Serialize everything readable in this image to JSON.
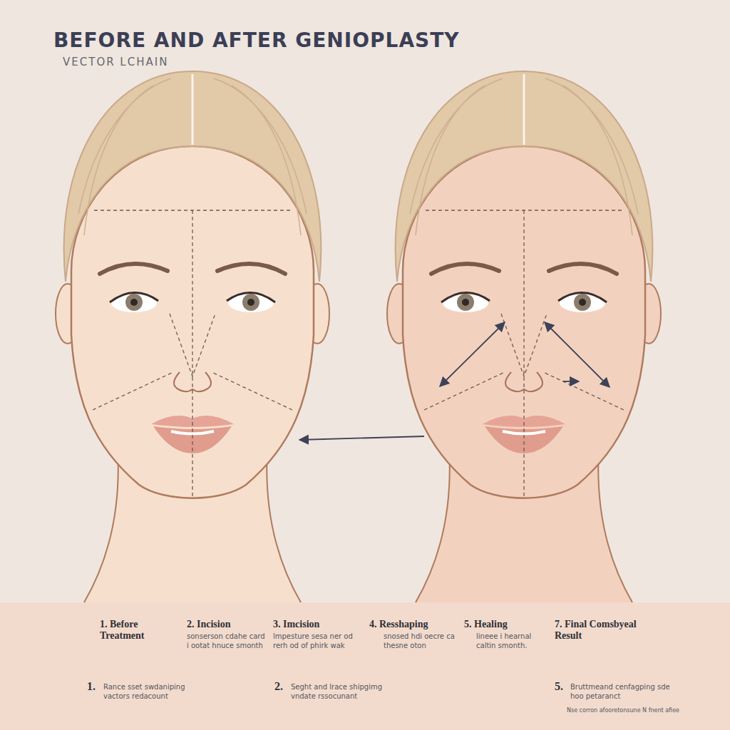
{
  "diagram": {
    "title": "BEFORE AND AFTER GENIOPLASTY",
    "labels": [
      "VECTOR LCHAIN",
      "1. Before Treatment",
      "2. Incision",
      "sonserson cdahe card i ootat hnuce smonth",
      "3. Imcision",
      "lmpesture sesa ner od rerh od of phirk wak",
      "4. Resshaping",
      "snosed hdi oecre ca thesne oton",
      "5. Healing",
      "lineee i hearnal caltin smonth.",
      "7. Final Comsbyeal Result",
      "1.",
      "Rance sset swdaniping vactors redacount",
      "2.",
      "Seght and lrace shipgimg vndate rssocunant",
      "5.",
      "Bruttmeand cenfagping sde hoo petaranct",
      "Nse corron afooretonsune N fnent afiee"
    ]
  }
}
